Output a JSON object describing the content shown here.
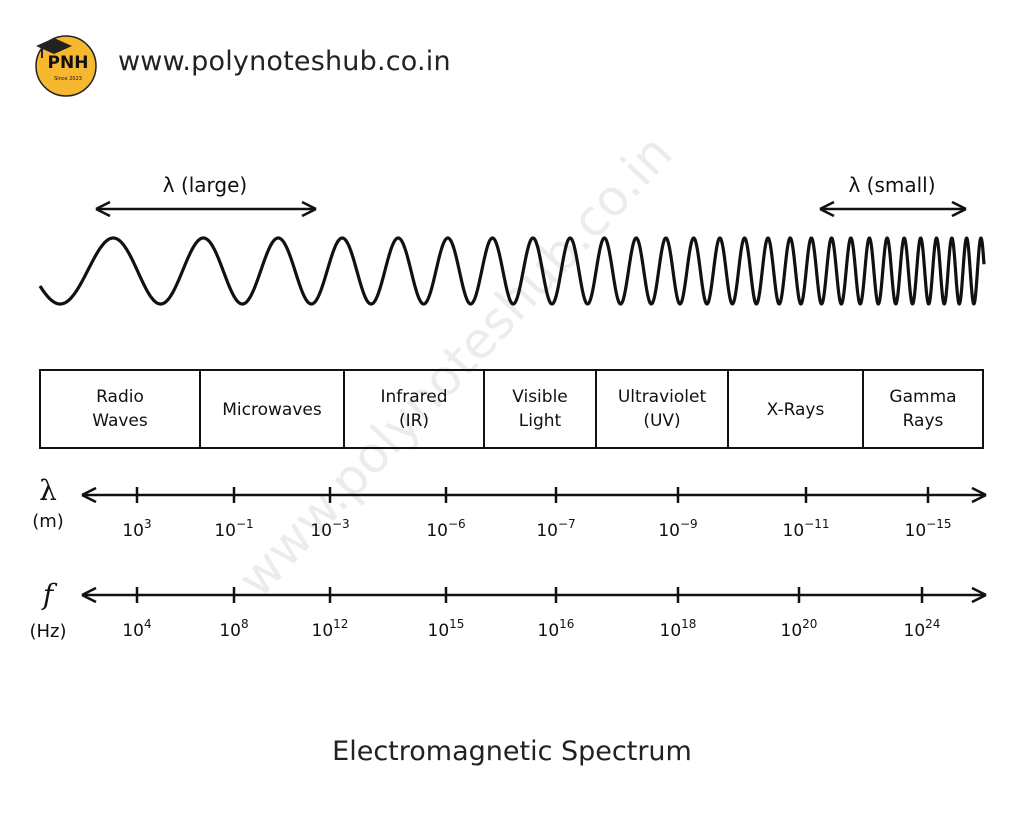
{
  "header": {
    "logo_text": "PNH",
    "logo_subtext": "Since 2023",
    "site_url": "www.polynoteshub.co.in"
  },
  "watermark": "www.polynoteshub.co.in",
  "wavelength_arrows": {
    "large": "λ (large)",
    "small": "λ (small)"
  },
  "bands": [
    {
      "lines": [
        "Radio",
        "Waves"
      ]
    },
    {
      "lines": [
        "Microwaves"
      ]
    },
    {
      "lines": [
        "Infrared",
        "(IR)"
      ]
    },
    {
      "lines": [
        "Visible",
        "Light"
      ]
    },
    {
      "lines": [
        "Ultraviolet",
        "(UV)"
      ]
    },
    {
      "lines": [
        "X-Rays"
      ]
    },
    {
      "lines": [
        "Gamma",
        "Rays"
      ]
    }
  ],
  "wavelength_axis": {
    "symbol": "λ",
    "unit": "(m)",
    "ticks": [
      {
        "base": "10",
        "exp": "3"
      },
      {
        "base": "10",
        "exp": "−1"
      },
      {
        "base": "10",
        "exp": "−3"
      },
      {
        "base": "10",
        "exp": "−6"
      },
      {
        "base": "10",
        "exp": "−7"
      },
      {
        "base": "10",
        "exp": "−9"
      },
      {
        "base": "10",
        "exp": "−11"
      },
      {
        "base": "10",
        "exp": "−15"
      }
    ]
  },
  "frequency_axis": {
    "symbol": "f",
    "unit": "(Hz)",
    "ticks": [
      {
        "base": "10",
        "exp": "4"
      },
      {
        "base": "10",
        "exp": "8"
      },
      {
        "base": "10",
        "exp": "12"
      },
      {
        "base": "10",
        "exp": "15"
      },
      {
        "base": "10",
        "exp": "16"
      },
      {
        "base": "10",
        "exp": "18"
      },
      {
        "base": "10",
        "exp": "20"
      },
      {
        "base": "10",
        "exp": "24"
      }
    ]
  },
  "caption": "Electromagnetic Spectrum",
  "colors": {
    "logo_fill": "#F5B82E",
    "ink": "#111111",
    "watermark": "#ececec"
  }
}
